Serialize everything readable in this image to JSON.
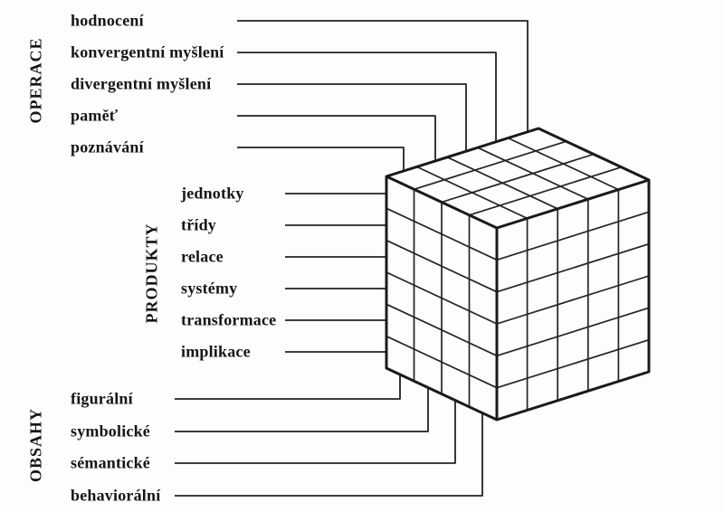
{
  "colors": {
    "ink": "#1b1b1b",
    "line": "#222222",
    "background": "#fdfdfb"
  },
  "axes": {
    "operace": {
      "title": "OPERACE",
      "items": [
        "hodnocení",
        "konvergentní myšlení",
        "divergentní myšlení",
        "paměť",
        "poznávání"
      ]
    },
    "produkty": {
      "title": "PRODUKTY",
      "items": [
        "jednotky",
        "třídy",
        "relace",
        "systémy",
        "transformace",
        "implikace"
      ]
    },
    "obsahy": {
      "title": "OBSAHY",
      "items": [
        "figurální",
        "symbolické",
        "sémantické",
        "behaviorální"
      ]
    }
  },
  "cube": {
    "divisions": {
      "operace": 5,
      "produkty": 6,
      "obsahy": 4
    }
  }
}
